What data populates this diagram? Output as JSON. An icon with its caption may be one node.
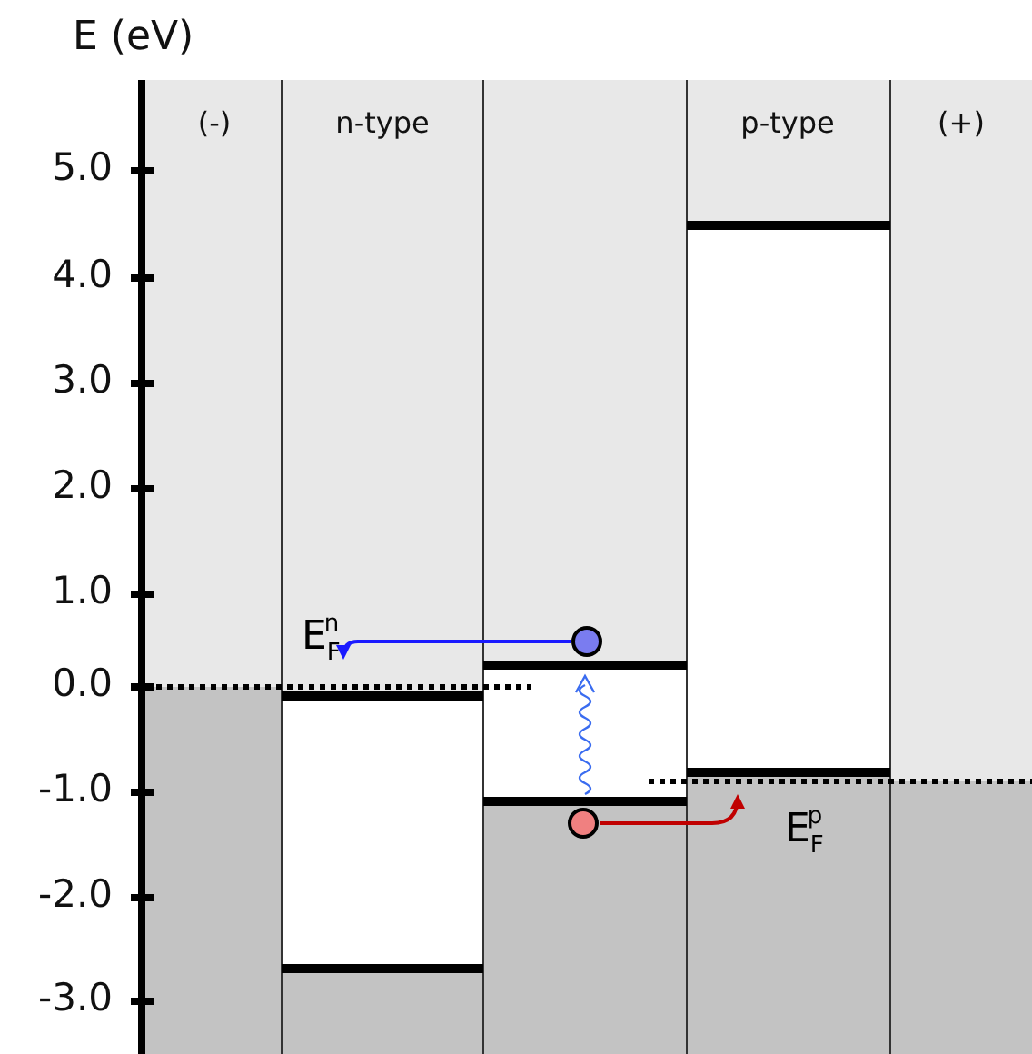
{
  "diagram": {
    "nodes": [
      {
        "text": [
          "E$_{F}$$^{n}$"
        ]
      },
      {
        "text": [],
        "shape": "circle"
      },
      {
        "text": [],
        "shape": "circle"
      },
      {
        "text": [
          "E$_{F}$$^{p}$"
        ]
      }
    ],
    "edges": [
      {
        "from": 1,
        "to": 0,
        "arrow": "to",
        "color": "#1a1aff"
      },
      {
        "from": 2,
        "to": 3,
        "arrow": "to",
        "color": "#c00000"
      }
    ],
    "labels": [
      "E (eV)",
      "5.0",
      "4.0",
      "3.0",
      "2.0",
      "1.0",
      "0.0",
      "-1.0",
      "-2.0",
      "-3.0",
      "(-)",
      "n-type",
      "p-type",
      "(+)"
    ]
  }
}
